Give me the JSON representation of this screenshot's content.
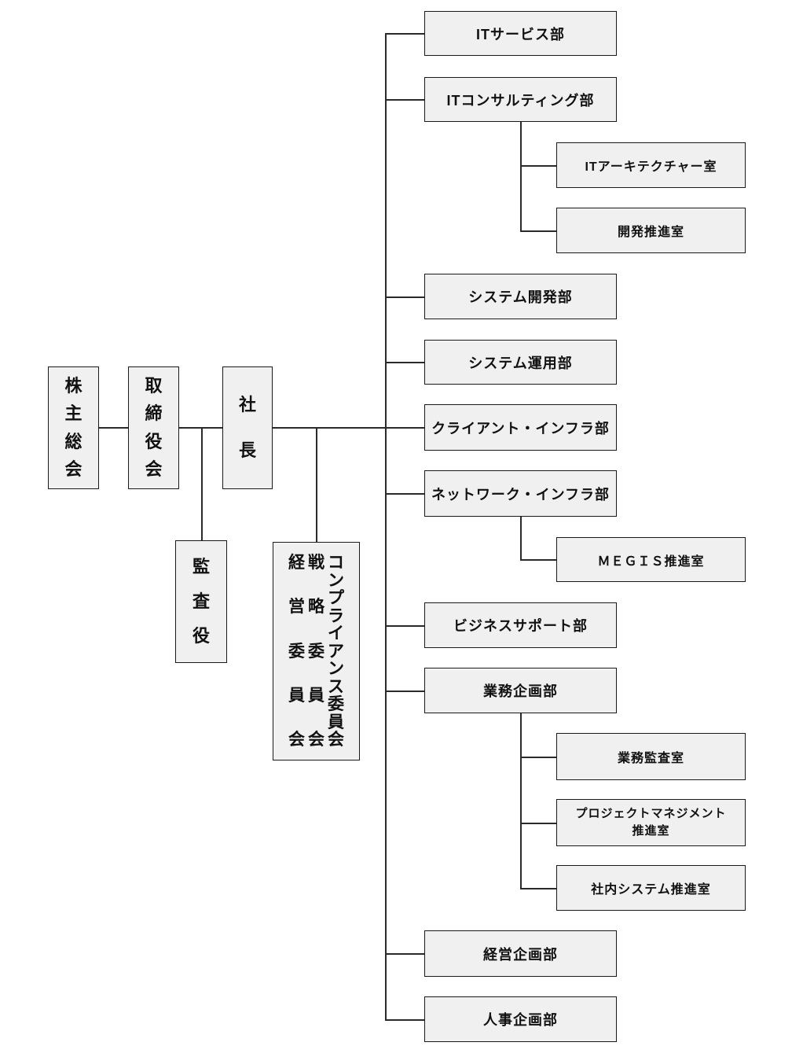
{
  "org_chart": {
    "governance": {
      "shareholders": {
        "label": "株主総会"
      },
      "board": {
        "label": "取締役会"
      },
      "president": {
        "label": "社長"
      },
      "auditor": {
        "label": "監査役"
      },
      "committees": [
        {
          "label": "経営委員会"
        },
        {
          "label": "戦略委員会"
        },
        {
          "label": "コンプライアンス委員会"
        }
      ]
    },
    "departments": [
      {
        "label": "ITサービス部"
      },
      {
        "label": "ITコンサルティング部",
        "children": [
          {
            "label": "ITアーキテクチャー室"
          },
          {
            "label": "開発推進室"
          }
        ]
      },
      {
        "label": "システム開発部"
      },
      {
        "label": "システム運用部"
      },
      {
        "label": "クライアント・インフラ部"
      },
      {
        "label": "ネットワーク・インフラ部",
        "children": [
          {
            "label": "ＭＥＧＩＳ推進室"
          }
        ]
      },
      {
        "label": "ビジネスサポート部"
      },
      {
        "label": "業務企画部",
        "children": [
          {
            "label": "業務監査室"
          },
          {
            "label_line1": "プロジェクトマネジメント",
            "label_line2": "推進室"
          },
          {
            "label": "社内システム推進室"
          }
        ]
      },
      {
        "label": "経営企画部"
      },
      {
        "label": "人事企画部"
      }
    ]
  }
}
